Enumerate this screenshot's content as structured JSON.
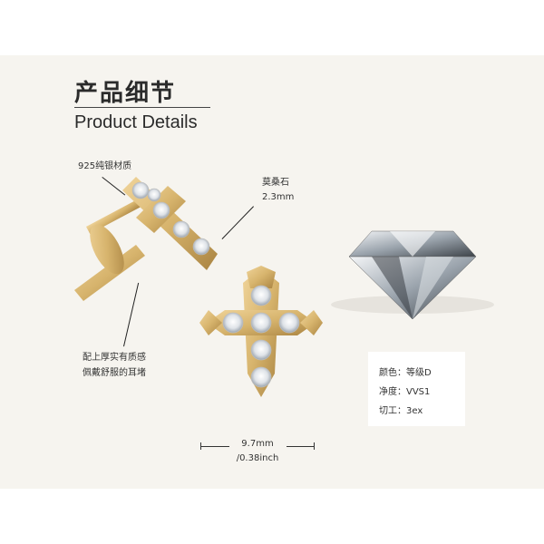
{
  "title": {
    "chinese": "产品细节",
    "english": "Product Details"
  },
  "callouts": {
    "material": "925纯银材质",
    "stone_name": "莫桑石",
    "stone_size": "2.3mm",
    "backing_line1": "配上厚实有质感",
    "backing_line2": "佩戴舒服的耳堵"
  },
  "specs": {
    "color": "颜色：等级D",
    "clarity": "净度：VVS1",
    "cut": "切工：3ex"
  },
  "dimension": {
    "mm": "9.7mm",
    "inch": "/0.38inch"
  },
  "colors": {
    "gold": "#d7b46d",
    "gold_dark": "#b8914a",
    "background": "#f6f4ef"
  }
}
